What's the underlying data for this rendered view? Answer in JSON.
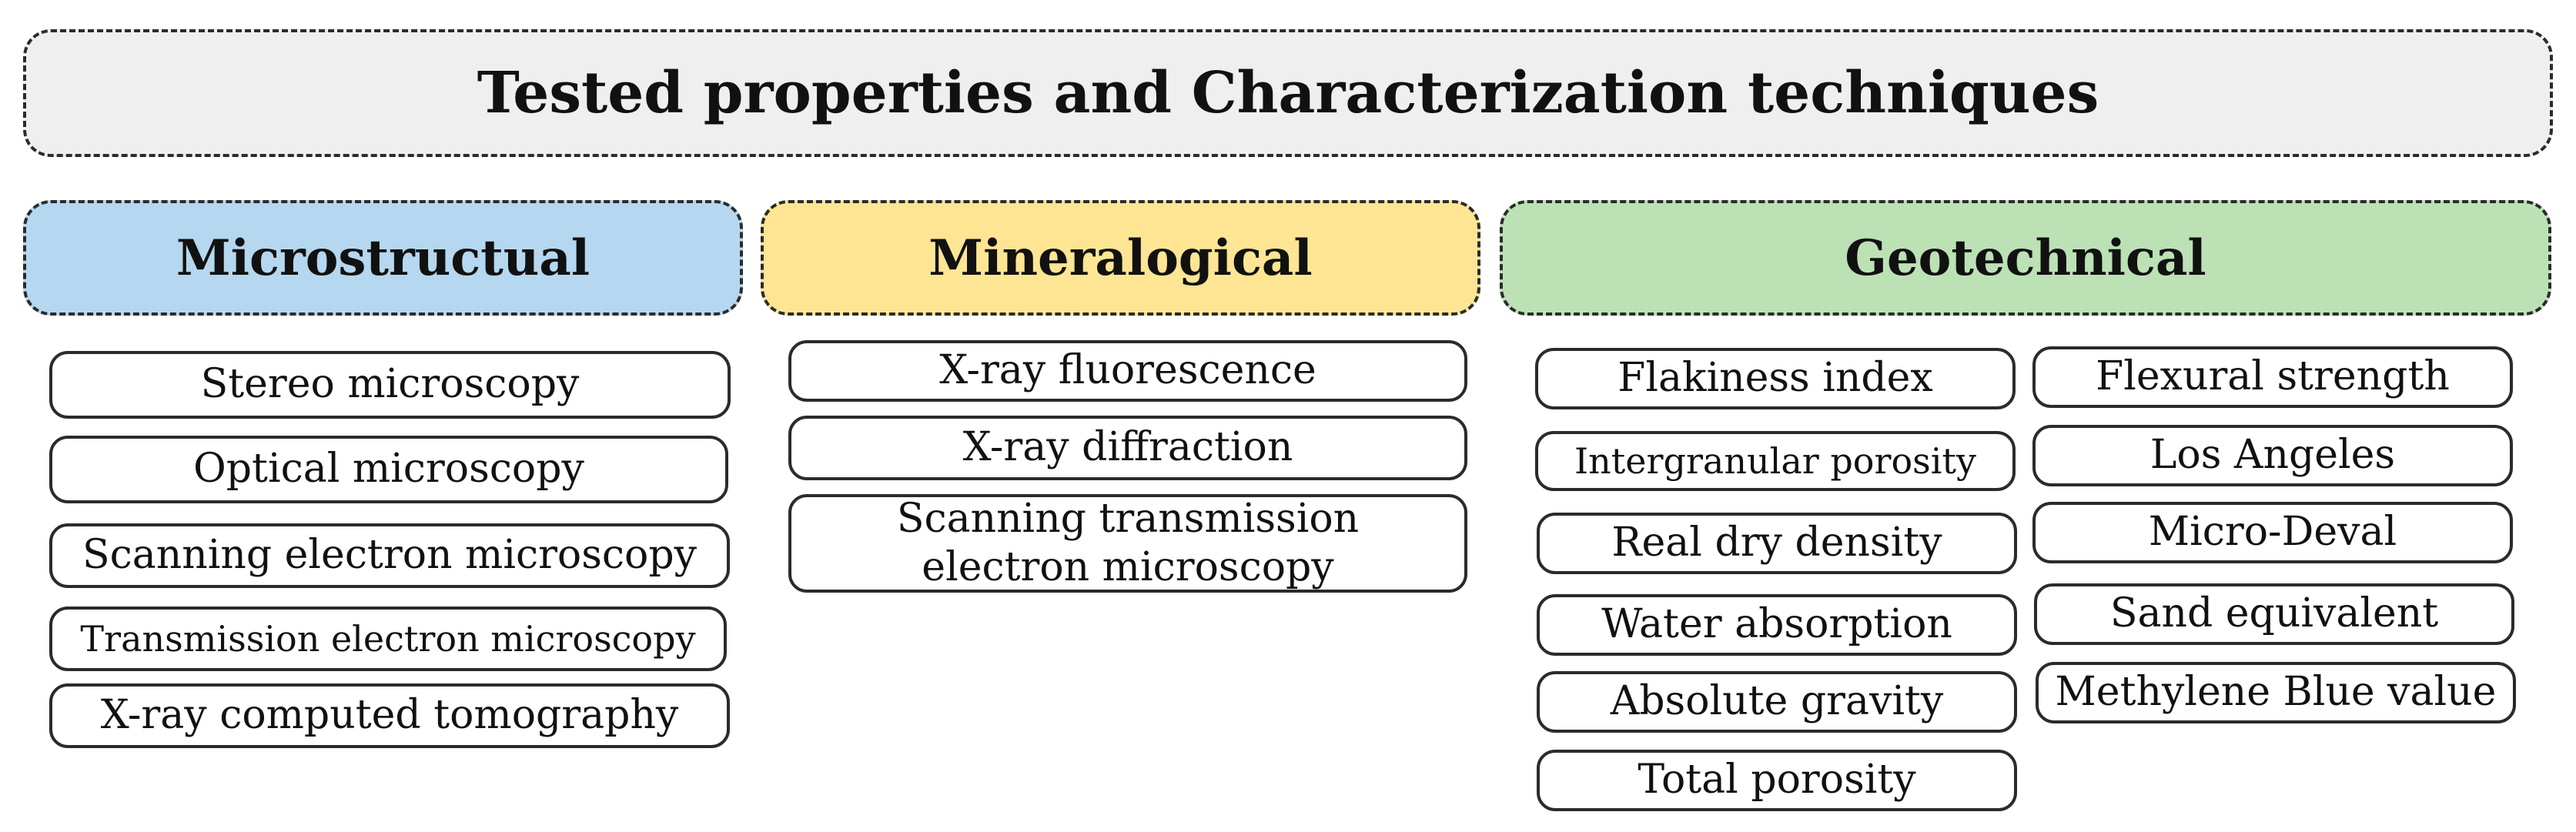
{
  "title": "Tested properties and Characterization techniques",
  "colors": {
    "title_bg": "#efefef",
    "microstructural": "#b5d7ef",
    "mineralogical": "#fde594",
    "geotechnical": "#bbe1b5"
  },
  "categories": {
    "microstructural": {
      "label": "Microstructual",
      "items": [
        "Stereo microscopy",
        "Optical microscopy",
        "Scanning electron microscopy",
        "Transmission electron microscopy",
        "X-ray computed tomography"
      ]
    },
    "mineralogical": {
      "label": "Mineralogical",
      "items": [
        "X-ray fluorescence",
        "X-ray diffraction",
        [
          "Scanning transmission",
          "electron microscopy"
        ]
      ]
    },
    "geotechnical": {
      "label": "Geotechnical",
      "items_left": [
        "Flakiness index",
        "Intergranular porosity",
        "Real dry density",
        "Water absorption",
        "Absolute gravity",
        "Total porosity"
      ],
      "items_right": [
        "Flexural strength",
        "Los Angeles",
        "Micro-Deval",
        "Sand equivalent",
        "Methylene Blue value"
      ]
    }
  }
}
